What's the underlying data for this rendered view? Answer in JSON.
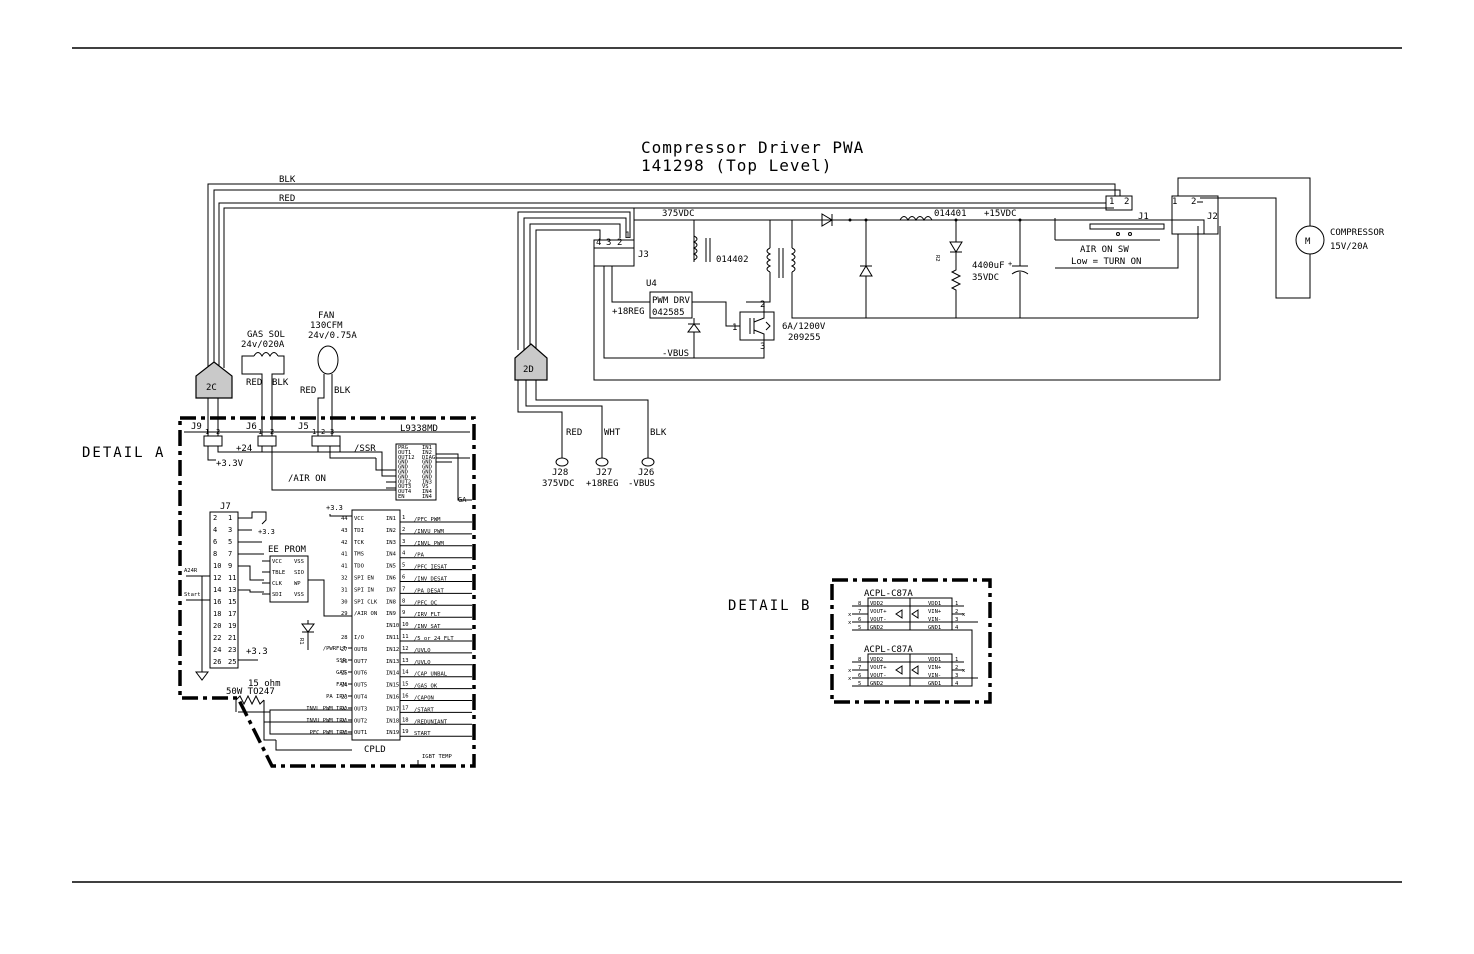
{
  "title": {
    "line1": "Compressor Driver PWA",
    "line2": "141298 (Top Level)"
  },
  "wires": {
    "blk": "BLK",
    "red": "RED",
    "wht": "WHT"
  },
  "connectors": {
    "j1": "J1",
    "j2": "J2",
    "j3": "J3",
    "j5": "J5",
    "j6": "J6",
    "j7": "J7",
    "j9": "J9",
    "j26": "J26",
    "j27": "J27",
    "j28": "J28",
    "pin1": "1",
    "pin2": "2",
    "pin3": "3",
    "pin4": "4"
  },
  "refs": {
    "r2c": "2C",
    "r2d": "2D"
  },
  "power": {
    "v375": "375VDC",
    "v15": "+15VDC",
    "v18reg": "+18REG",
    "vbus": "-VBUS",
    "v24": "+24",
    "v33": "+3.3V",
    "v33b": "+3.3",
    "v375_j28": "375VDC",
    "v18_j27": "+18REG",
    "vbus_j26": "-VBUS"
  },
  "parts": {
    "p014402": "014402",
    "p014401": "014401",
    "u4": "U4",
    "pwm_drv": "PWM DRV",
    "p042585": "042585",
    "igbt_rating": "6A/1200V",
    "p209255": "209255",
    "cap_value": "4400uF",
    "cap_volt": "35VDC",
    "r_lbl": "R2",
    "air_sw": "AIR ON SW",
    "air_sw_note": "Low = TURN ON",
    "compressor": "COMPRESSOR",
    "compressor_rating": "15V/20A",
    "fan": "FAN",
    "fan_cfm": "130CFM",
    "fan_rating": "24v/0.75A",
    "gas_sol": "GAS SOL",
    "gas_sol_rating": "24v/020A",
    "l9338md": "L9338MD",
    "ssr": "/SSR",
    "air_on": "/AIR ON",
    "ee_prom": "EE PROM",
    "cpld": "CPLD",
    "res": "15 ohm",
    "res_rating": "50W TO247",
    "a24r": "A24R",
    "start": "Start"
  },
  "details": {
    "a": "DETAIL A",
    "b": "DETAIL B",
    "acpl": "ACPL-C87A"
  },
  "eeprom_pins": [
    "VCC",
    "VSS",
    "TBLE",
    "SIO",
    "CLK",
    "WP",
    "SDI",
    "VSS"
  ],
  "cpld_left": [
    "VCC",
    "TDI",
    "TCK",
    "TMS",
    "TDO",
    "SPI EN",
    "SPI IN",
    "SPI CLK",
    "/AIR ON",
    "",
    "I/O",
    "OUT8",
    "OUT7",
    "OUT6",
    "OUT5",
    "OUT4",
    "OUT3",
    "OUT2",
    "OUT1"
  ],
  "cpld_left_nums": [
    "44",
    "43",
    "42",
    "41",
    "41",
    "32",
    "31",
    "30",
    "29",
    "",
    "28",
    "27",
    "26",
    "25",
    "24",
    "23",
    "22",
    "21",
    "20"
  ],
  "cpld_right": [
    "IN1",
    "IN2",
    "IN3",
    "IN4",
    "IN5",
    "IN6",
    "IN7",
    "IN8",
    "IN9",
    "IN10",
    "IN11",
    "IN12",
    "IN13",
    "IN14",
    "IN15",
    "IN16",
    "IN17",
    "IN18",
    "IN19"
  ],
  "cpld_right_sig": [
    "/PFC PWM",
    "/INVU PWM",
    "/INVL PWM",
    "/PA",
    "/PFC IESAT",
    "/INV DESAT",
    "/PA DESAT",
    "/PFC OC",
    "/IRV FLT",
    "/INV SAT",
    "/5 or 24 FLT",
    "/UVLO",
    "/UVLO",
    "/CAP UNBAL",
    "/GAS OK",
    "/CAPON",
    "/START",
    "/REDUNIANT",
    "START"
  ],
  "cpld_right_sig_extra": "IGBT TEMP",
  "cpld_outs": [
    "/PWRFLT",
    "SSR",
    "GAS",
    "FAN",
    "PA IRV",
    "INVL PWM IRV",
    "INVU PWM IRV",
    "PFC PWM IRV"
  ],
  "l9338_left": [
    "PRG",
    "OUT1",
    "OUT12",
    "GND",
    "GND",
    "GND",
    "GND",
    "OUT2",
    "OUT3",
    "OUT4",
    "EN"
  ],
  "l9338_right": [
    "IN1",
    "IN2",
    "DIAG",
    "GND",
    "GND",
    "GND",
    "GND",
    "IN3",
    "VS",
    "IN4",
    "IN4"
  ],
  "j7_left": [
    "2",
    "4",
    "6",
    "8",
    "10",
    "12",
    "14",
    "16",
    "18",
    "20",
    "22",
    "24",
    "26"
  ],
  "j7_right": [
    "1",
    "3",
    "5",
    "7",
    "9",
    "11",
    "13",
    "15",
    "17",
    "19",
    "21",
    "23",
    "25"
  ],
  "acpl_left": [
    "VDD2",
    "VOUT+",
    "VOUT-",
    "GND2"
  ],
  "acpl_right": [
    "VDD1",
    "VIN+",
    "VIN-",
    "GND1"
  ],
  "acpl_lnums": [
    "8",
    "7",
    "6",
    "5"
  ],
  "acpl_rnums": [
    "1",
    "2",
    "3",
    "4"
  ]
}
